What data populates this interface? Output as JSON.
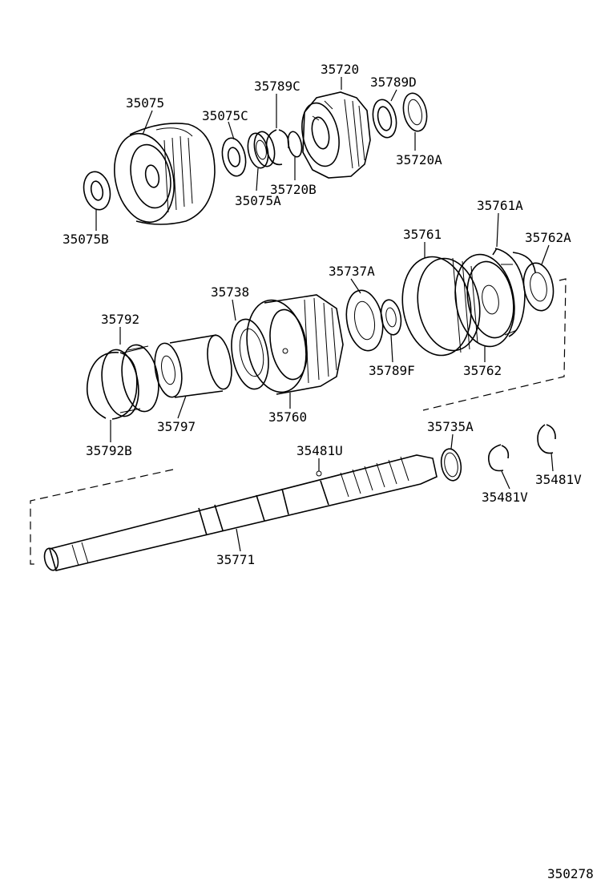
{
  "diagram": {
    "figure_id": "350278",
    "labels": [
      {
        "id": "35720",
        "text": "35720"
      },
      {
        "id": "35789C",
        "text": "35789C"
      },
      {
        "id": "35789D",
        "text": "35789D"
      },
      {
        "id": "35075",
        "text": "35075"
      },
      {
        "id": "35075C",
        "text": "35075C"
      },
      {
        "id": "35720A",
        "text": "35720A"
      },
      {
        "id": "35720B",
        "text": "35720B"
      },
      {
        "id": "35075A",
        "text": "35075A"
      },
      {
        "id": "35075B",
        "text": "35075B"
      },
      {
        "id": "35761A",
        "text": "35761A"
      },
      {
        "id": "35761",
        "text": "35761"
      },
      {
        "id": "35762A",
        "text": "35762A"
      },
      {
        "id": "35737A",
        "text": "35737A"
      },
      {
        "id": "35738",
        "text": "35738"
      },
      {
        "id": "35792",
        "text": "35792"
      },
      {
        "id": "35789F",
        "text": "35789F"
      },
      {
        "id": "35762",
        "text": "35762"
      },
      {
        "id": "35797",
        "text": "35797"
      },
      {
        "id": "35760",
        "text": "35760"
      },
      {
        "id": "35792B",
        "text": "35792B"
      },
      {
        "id": "35735A",
        "text": "35735A"
      },
      {
        "id": "35481U",
        "text": "35481U"
      },
      {
        "id": "35481V_a",
        "text": "35481V"
      },
      {
        "id": "35481V_b",
        "text": "35481V"
      },
      {
        "id": "35771",
        "text": "35771"
      }
    ]
  }
}
